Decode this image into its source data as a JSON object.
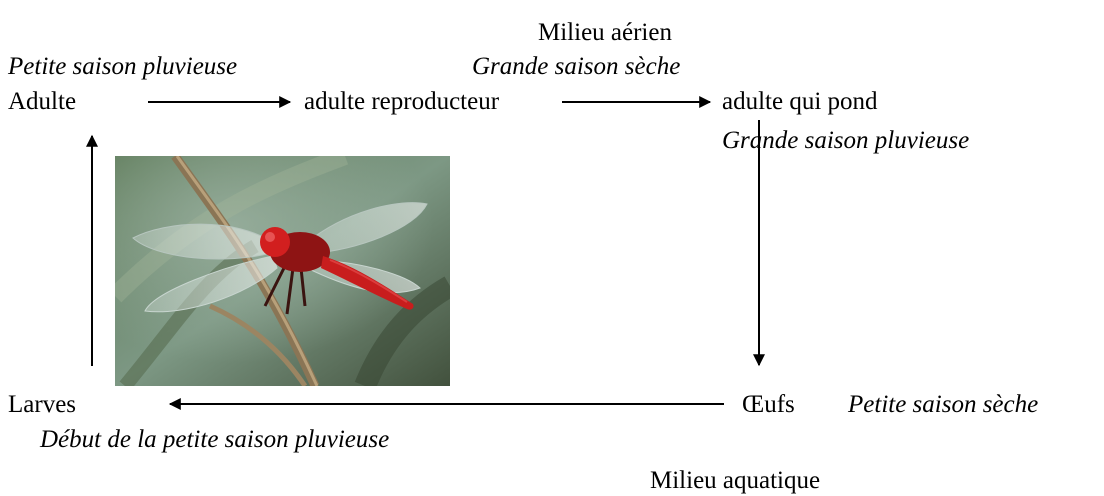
{
  "environments": {
    "aerial": "Milieu aérien",
    "aquatic": "Milieu aquatique"
  },
  "stages": {
    "adult": "Adulte",
    "breeding_adult": "adulte reproducteur",
    "laying_adult": "adulte qui pond",
    "eggs": "Œufs",
    "larvae": "Larves"
  },
  "seasons": {
    "adult": "Petite saison pluvieuse",
    "breeding_adult": "Grande saison sèche",
    "laying_adult": "Grande saison pluvieuse",
    "eggs": "Petite saison sèche",
    "larvae": "Début de la petite saison pluvieuse"
  },
  "colors": {
    "text": "#000000",
    "arrow": "#000000",
    "dragonfly_body": "#c81d1d"
  },
  "image": {
    "subject": "red dragonfly perched on a dry grass stem"
  }
}
